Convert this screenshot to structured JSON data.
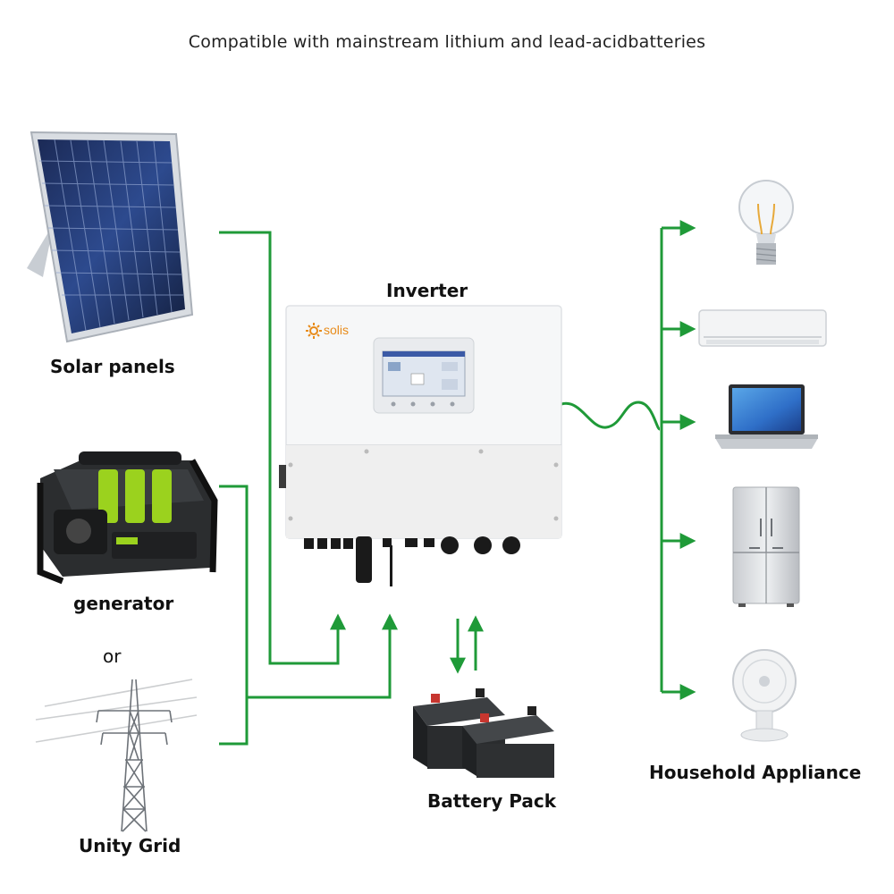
{
  "title": "Compatible with mainstream lithium and lead-acidbatteries",
  "labels": {
    "solar": "Solar panels",
    "generator": "generator",
    "or": "or",
    "grid": "Unity Grid",
    "inverter": "Inverter",
    "battery": "Battery Pack",
    "household": "Household Appliance"
  },
  "inverter_brand": "solis",
  "colors": {
    "flow_green": "#1f9a38",
    "generator_green": "#9bd21e",
    "text": "#111111",
    "solis_orange": "#e88b1a"
  },
  "appliances": [
    "light-bulb",
    "air-conditioner",
    "laptop",
    "refrigerator",
    "desk-fan"
  ]
}
